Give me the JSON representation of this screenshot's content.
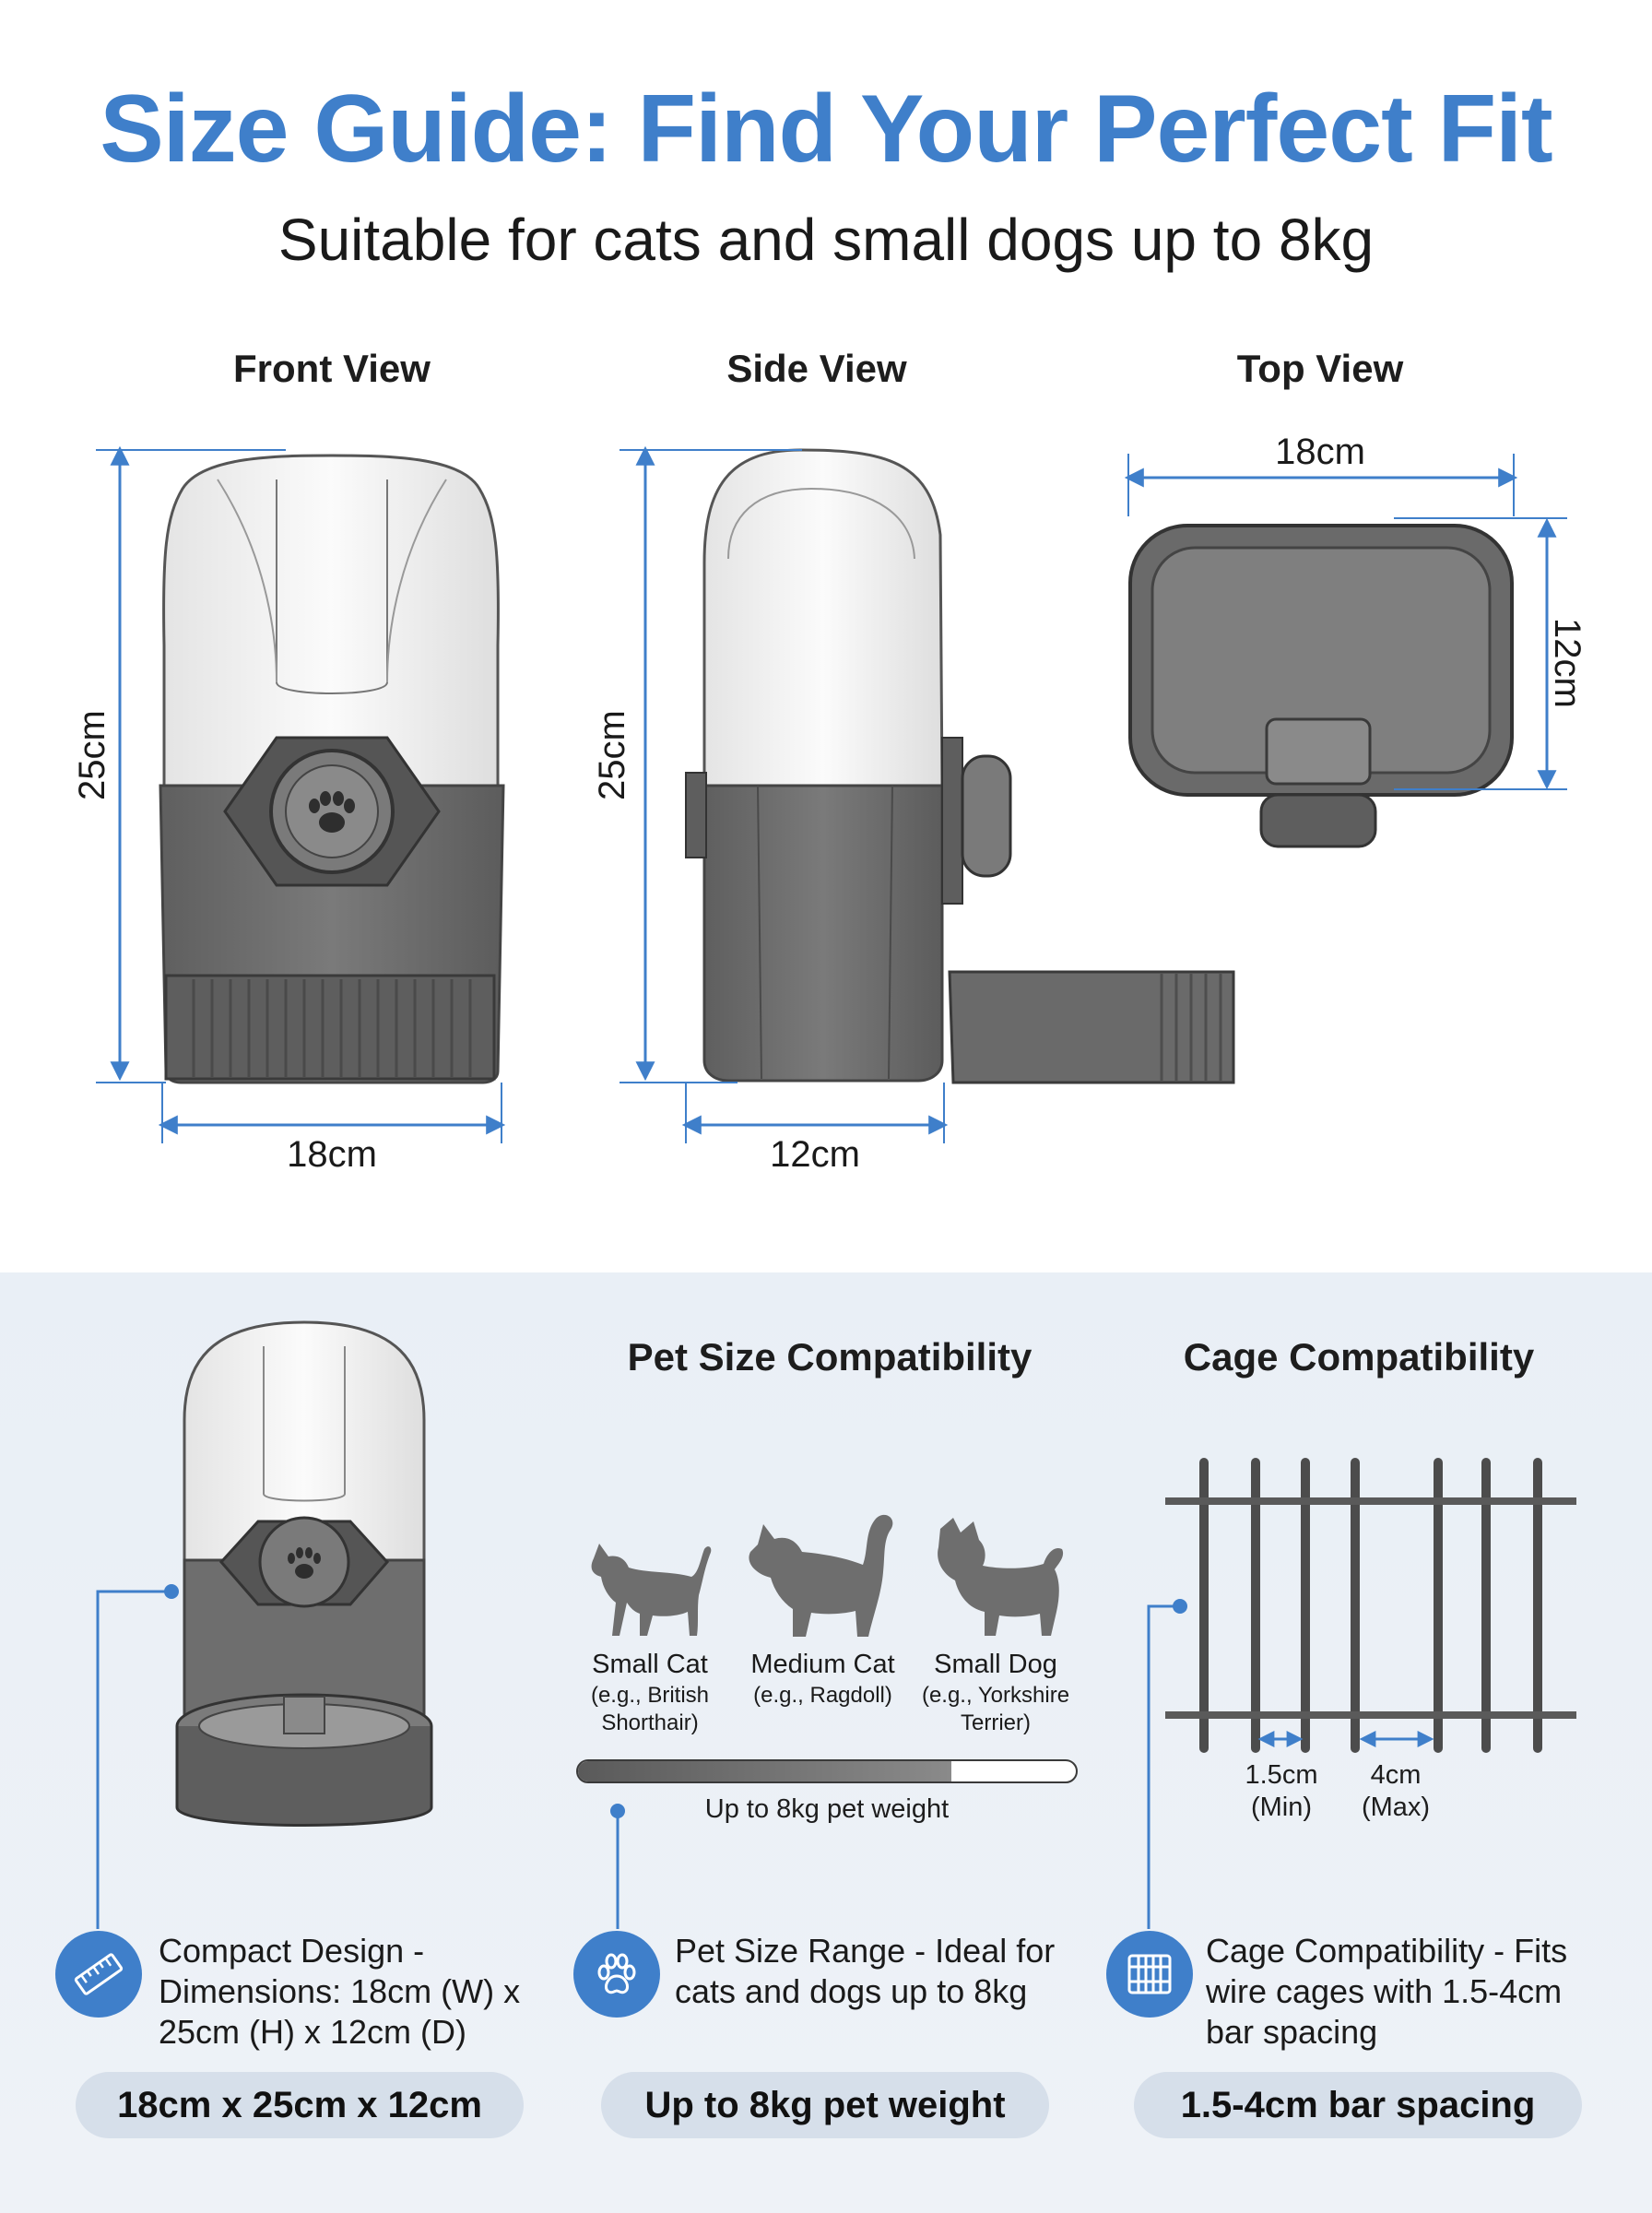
{
  "header": {
    "title": "Size Guide: Find Your Perfect Fit",
    "subtitle": "Suitable for cats and small dogs up to 8kg"
  },
  "views": {
    "front": {
      "label": "Front View",
      "height": "25cm",
      "width": "18cm"
    },
    "side": {
      "label": "Side View",
      "height": "25cm",
      "depth": "12cm"
    },
    "top": {
      "label": "Top View",
      "width": "18cm",
      "depth": "12cm"
    }
  },
  "pet_compatibility": {
    "heading": "Pet Size Compatibility",
    "pets": [
      {
        "name": "Small Cat",
        "example": "(e.g., British Shorthair)",
        "icon": "cat-silhouette-icon"
      },
      {
        "name": "Medium Cat",
        "example": "(e.g., Ragdoll)",
        "icon": "fluffy-cat-silhouette-icon"
      },
      {
        "name": "Small Dog",
        "example": "(e.g., Yorkshire Terrier)",
        "icon": "dog-silhouette-icon"
      }
    ],
    "weight_caption": "Up to 8kg pet weight",
    "weight_fill_fraction": 0.75
  },
  "cage_compatibility": {
    "heading": "Cage Compatibility",
    "min_spacing": "1.5cm",
    "min_label": "(Min)",
    "max_spacing": "4cm",
    "max_label": "(Max)"
  },
  "features": [
    {
      "icon": "ruler-icon",
      "text": "Compact Design - Dimensions: 18cm (W) x 25cm (H) x 12cm (D)",
      "pill": "18cm x 25cm x 12cm"
    },
    {
      "icon": "paw-icon",
      "text": "Pet Size Range - Ideal for cats and dogs up to 8kg",
      "pill": "Up to 8kg pet weight"
    },
    {
      "icon": "cage-icon",
      "text": "Cage Compatibility - Fits wire cages with 1.5-4cm bar spacing",
      "pill": "1.5-4cm bar spacing"
    }
  ],
  "colors": {
    "accent": "#3f7fca",
    "body_gray": "#6e6e6e",
    "panel_bg": "#e9eff6",
    "pill_bg": "#d6dfea"
  }
}
